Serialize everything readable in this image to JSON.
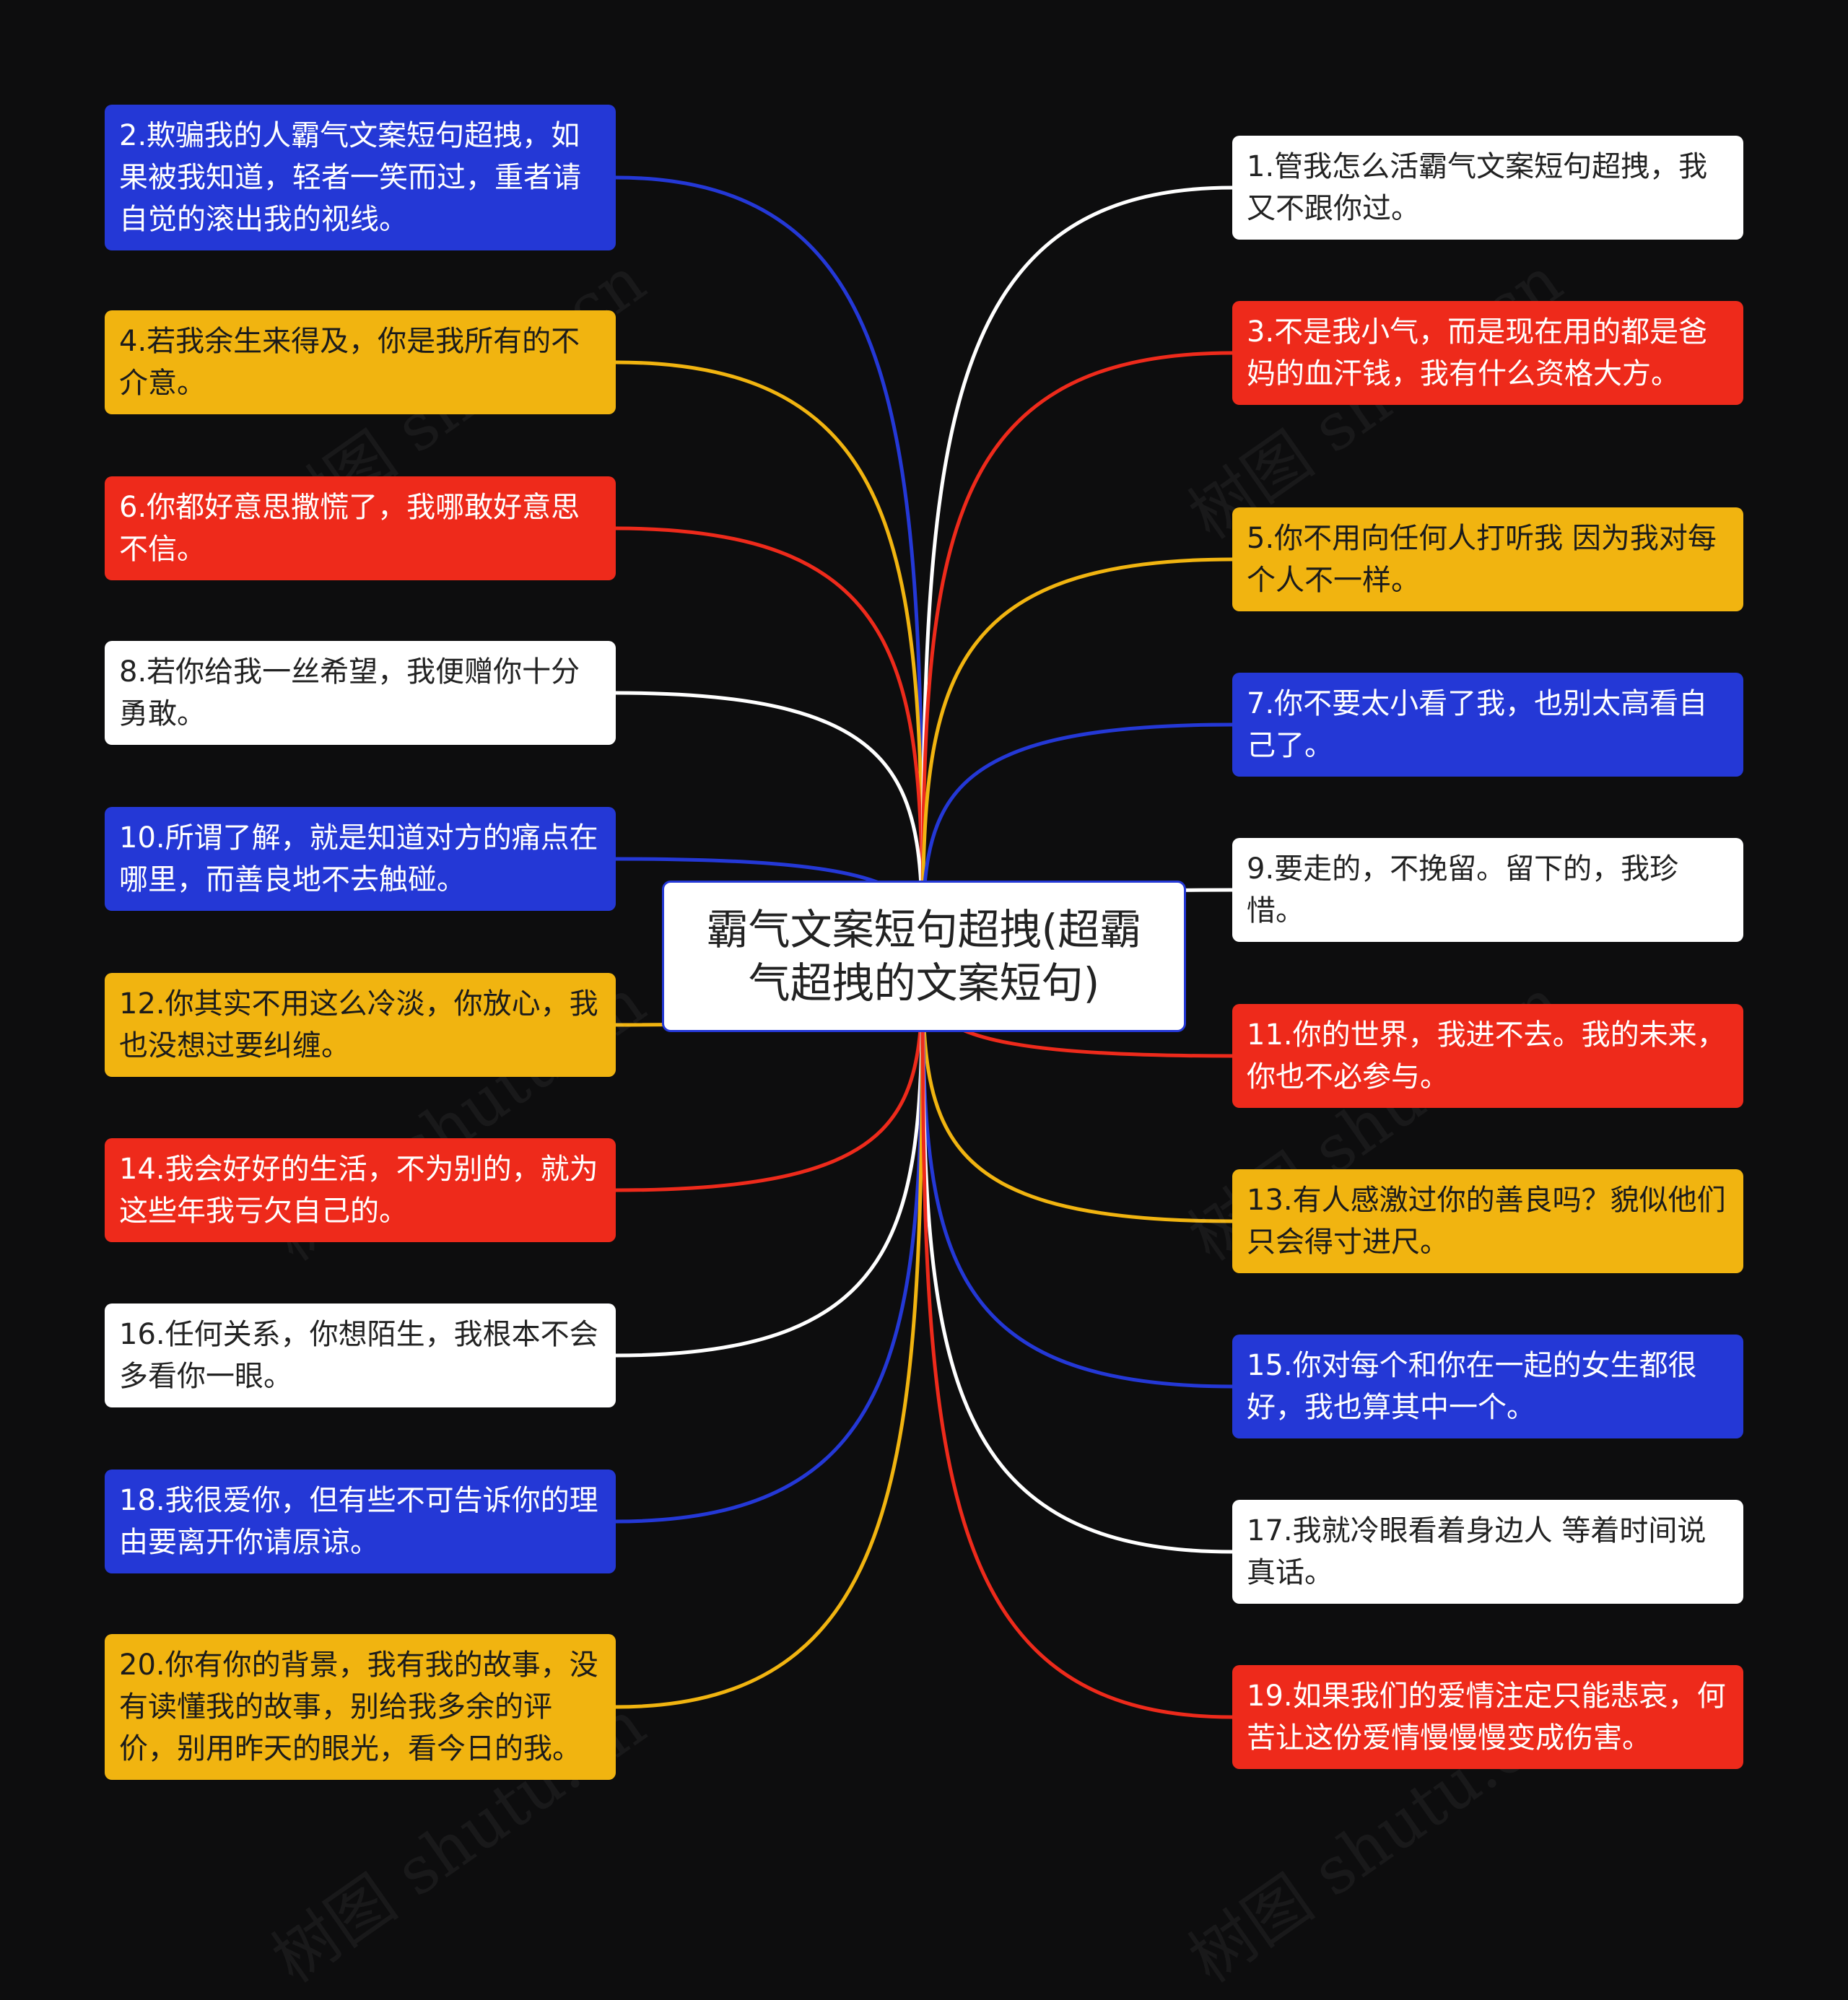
{
  "center": {
    "title": "霸气文案短句超拽(超霸气超拽的文案短句)"
  },
  "colors": {
    "white": "#ffffff",
    "red": "#ee2a1b",
    "blue": "#2438d6",
    "yellow": "#f1b410",
    "background": "#0d0d0e"
  },
  "watermark": "树图 shutu.cn",
  "left": [
    {
      "text": "2.欺骗我的人霸气文案短句超拽，如果被我知道，轻者一笑而过，重者请自觉的滚出我的视线。",
      "color": "blue"
    },
    {
      "text": "4.若我余生来得及，你是我所有的不介意。",
      "color": "yellow"
    },
    {
      "text": "6.你都好意思撒慌了，我哪敢好意思不信。",
      "color": "red"
    },
    {
      "text": "8.若你给我一丝希望，我便赠你十分勇敢。",
      "color": "white"
    },
    {
      "text": "10.所谓了解，就是知道对方的痛点在哪里，而善良地不去触碰。",
      "color": "blue"
    },
    {
      "text": "12.你其实不用这么冷淡，你放心，我也没想过要纠缠。",
      "color": "yellow"
    },
    {
      "text": "14.我会好好的生活，不为别的，就为这些年我亏欠自己的。",
      "color": "red"
    },
    {
      "text": "16.任何关系，你想陌生，我根本不会多看你一眼。",
      "color": "white"
    },
    {
      "text": "18.我很爱你，但有些不可告诉你的理由要离开你请原谅。",
      "color": "blue"
    },
    {
      "text": "20.你有你的背景，我有我的故事，没有读懂我的故事，别给我多余的评价，别用昨天的眼光，看今日的我。",
      "color": "yellow"
    }
  ],
  "right": [
    {
      "text": "1.管我怎么活霸气文案短句超拽，我又不跟你过。",
      "color": "white"
    },
    {
      "text": "3.不是我小气，而是现在用的都是爸妈的血汗钱，我有什么资格大方。",
      "color": "red"
    },
    {
      "text": "5.你不用向任何人打听我 因为我对每个人不一样。",
      "color": "yellow"
    },
    {
      "text": "7.你不要太小看了我，也别太高看自己了。",
      "color": "blue"
    },
    {
      "text": "9.要走的，不挽留。留下的，我珍惜。",
      "color": "white"
    },
    {
      "text": "11.你的世界，我进不去。我的未来，你也不必参与。",
      "color": "red"
    },
    {
      "text": "13.有人感激过你的善良吗？貌似他们只会得寸进尺。",
      "color": "yellow"
    },
    {
      "text": "15.你对每个和你在一起的女生都很好，我也算其中一个。",
      "color": "blue"
    },
    {
      "text": "17.我就冷眼看着身边人 等着时间说真话。",
      "color": "white"
    },
    {
      "text": "19.如果我们的爱情注定只能悲哀，何苦让这份爱情慢慢慢变成伤害。",
      "color": "red"
    }
  ]
}
